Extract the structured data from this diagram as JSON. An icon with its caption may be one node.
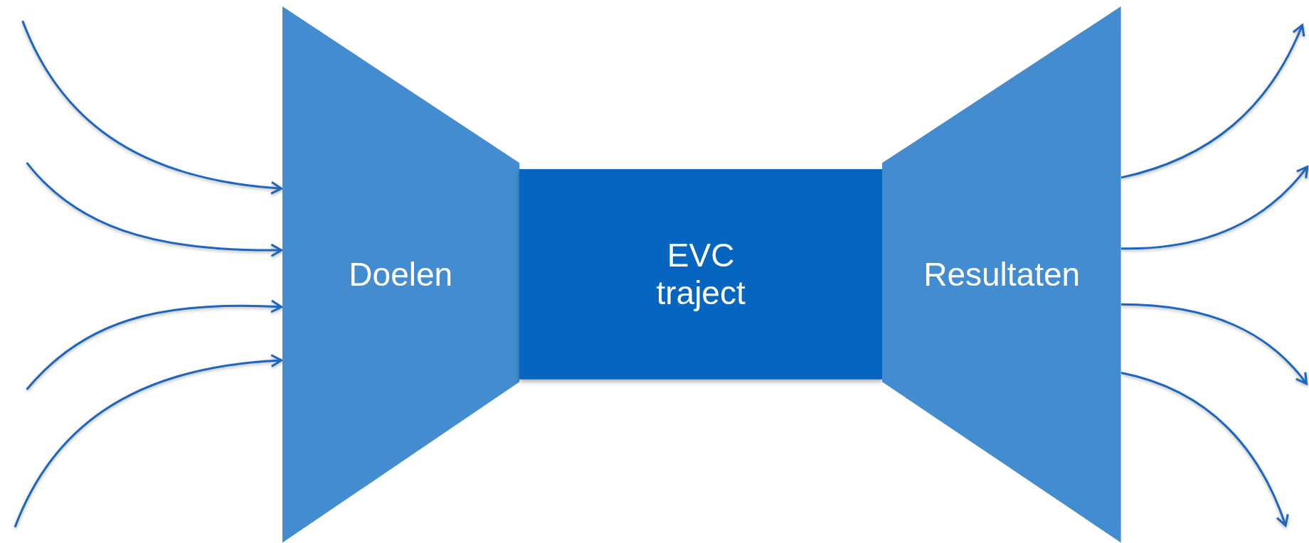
{
  "diagram": {
    "nodes": [
      {
        "text": [
          "Doelen"
        ]
      },
      {
        "text": [
          "EVC traject"
        ]
      },
      {
        "text": [
          "Resultaten"
        ]
      }
    ],
    "edges": [
      {
        "from": null,
        "to": 0,
        "arrow": "to"
      },
      {
        "from": null,
        "to": 0,
        "arrow": "to"
      },
      {
        "from": null,
        "to": 0,
        "arrow": "to"
      },
      {
        "from": null,
        "to": 0,
        "arrow": "to"
      },
      {
        "from": 2,
        "to": null,
        "arrow": "to"
      },
      {
        "from": 2,
        "to": null,
        "arrow": "to"
      },
      {
        "from": 2,
        "to": null,
        "arrow": "to"
      },
      {
        "from": 2,
        "to": null,
        "arrow": "to"
      }
    ]
  }
}
